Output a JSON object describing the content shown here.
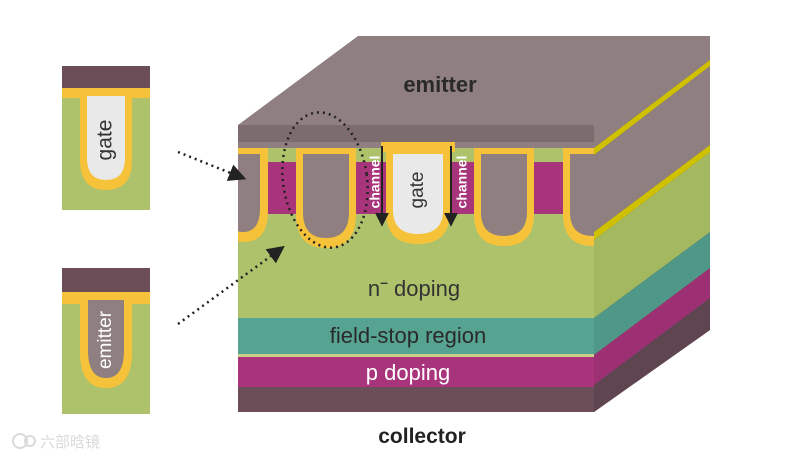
{
  "labels": {
    "emitter_top": "emitter",
    "gate_main": "gate",
    "channel_left": "channel",
    "channel_right": "channel",
    "n_doping": "n",
    "n_doping_sup": "–",
    "n_doping_rest": " doping",
    "field_stop": "field-stop region",
    "p_doping": "p doping",
    "collector": "collector",
    "inset_gate": "gate",
    "inset_emitter": "emitter",
    "watermark": "六部晗镜"
  },
  "colors": {
    "emitter_metal": "#8f7f80",
    "metal_dark": "#6b4e57",
    "oxide": "#f6c23a",
    "gate_poly": "#e9e9e9",
    "n_drift": "#adc26a",
    "p_body": "#a8357b",
    "field_stop": "#56a392",
    "collector_metal": "#6b4e57",
    "side_gold": "#cfc100",
    "text_dark": "#222222",
    "text_light": "#ffffff"
  }
}
